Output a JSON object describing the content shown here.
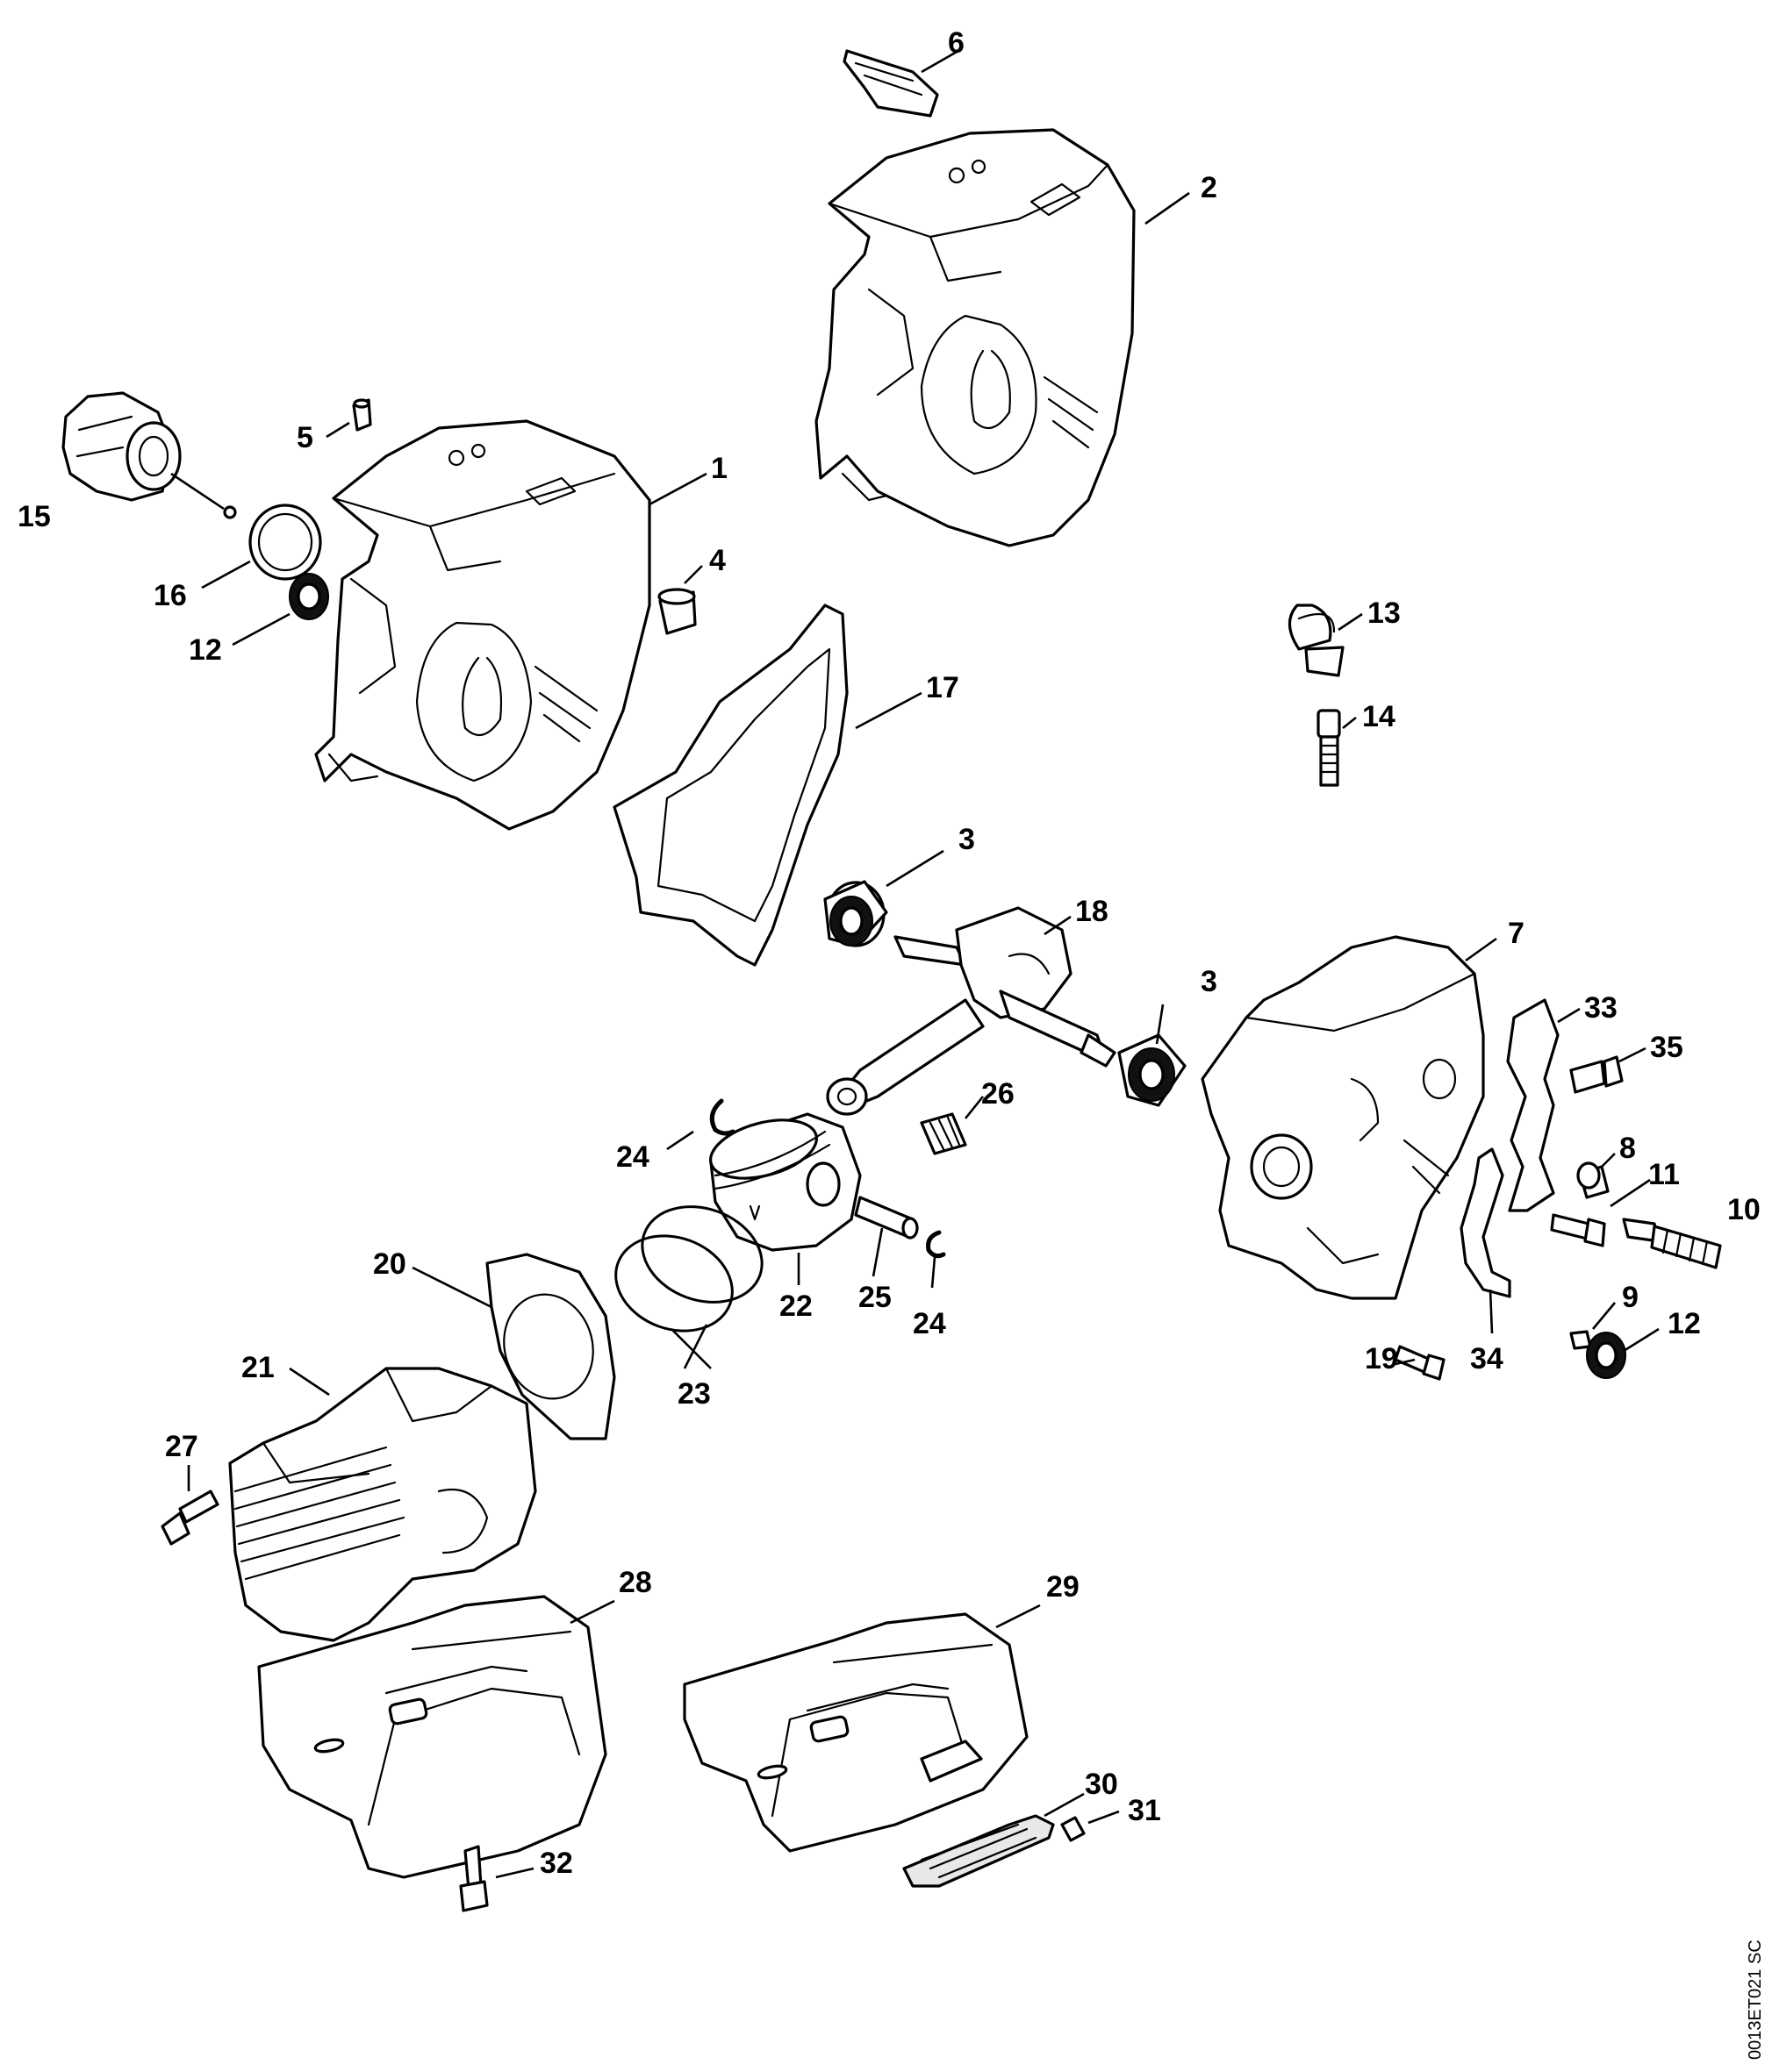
{
  "drawing_code": "0013ET021 SC",
  "callouts": [
    {
      "id": "c6",
      "text": "6"
    },
    {
      "id": "c2",
      "text": "2"
    },
    {
      "id": "c5",
      "text": "5"
    },
    {
      "id": "c1",
      "text": "1"
    },
    {
      "id": "c15",
      "text": "15"
    },
    {
      "id": "c16",
      "text": "16"
    },
    {
      "id": "c4",
      "text": "4"
    },
    {
      "id": "c12a",
      "text": "12"
    },
    {
      "id": "c13",
      "text": "13"
    },
    {
      "id": "c17",
      "text": "17"
    },
    {
      "id": "c14",
      "text": "14"
    },
    {
      "id": "c3a",
      "text": "3"
    },
    {
      "id": "c18",
      "text": "18"
    },
    {
      "id": "c7",
      "text": "7"
    },
    {
      "id": "c3b",
      "text": "3"
    },
    {
      "id": "c33",
      "text": "33"
    },
    {
      "id": "c35",
      "text": "35"
    },
    {
      "id": "c26",
      "text": "26"
    },
    {
      "id": "c24a",
      "text": "24"
    },
    {
      "id": "c8",
      "text": "8"
    },
    {
      "id": "c11",
      "text": "11"
    },
    {
      "id": "c10",
      "text": "10"
    },
    {
      "id": "c20",
      "text": "20"
    },
    {
      "id": "c22",
      "text": "22"
    },
    {
      "id": "c25",
      "text": "25"
    },
    {
      "id": "c24b",
      "text": "24"
    },
    {
      "id": "c9",
      "text": "9"
    },
    {
      "id": "c12b",
      "text": "12"
    },
    {
      "id": "c21",
      "text": "21"
    },
    {
      "id": "c23",
      "text": "23"
    },
    {
      "id": "c19",
      "text": "19"
    },
    {
      "id": "c34",
      "text": "34"
    },
    {
      "id": "c27",
      "text": "27"
    },
    {
      "id": "c28",
      "text": "28"
    },
    {
      "id": "c29",
      "text": "29"
    },
    {
      "id": "c30",
      "text": "30"
    },
    {
      "id": "c31",
      "text": "31"
    },
    {
      "id": "c32",
      "text": "32"
    }
  ]
}
